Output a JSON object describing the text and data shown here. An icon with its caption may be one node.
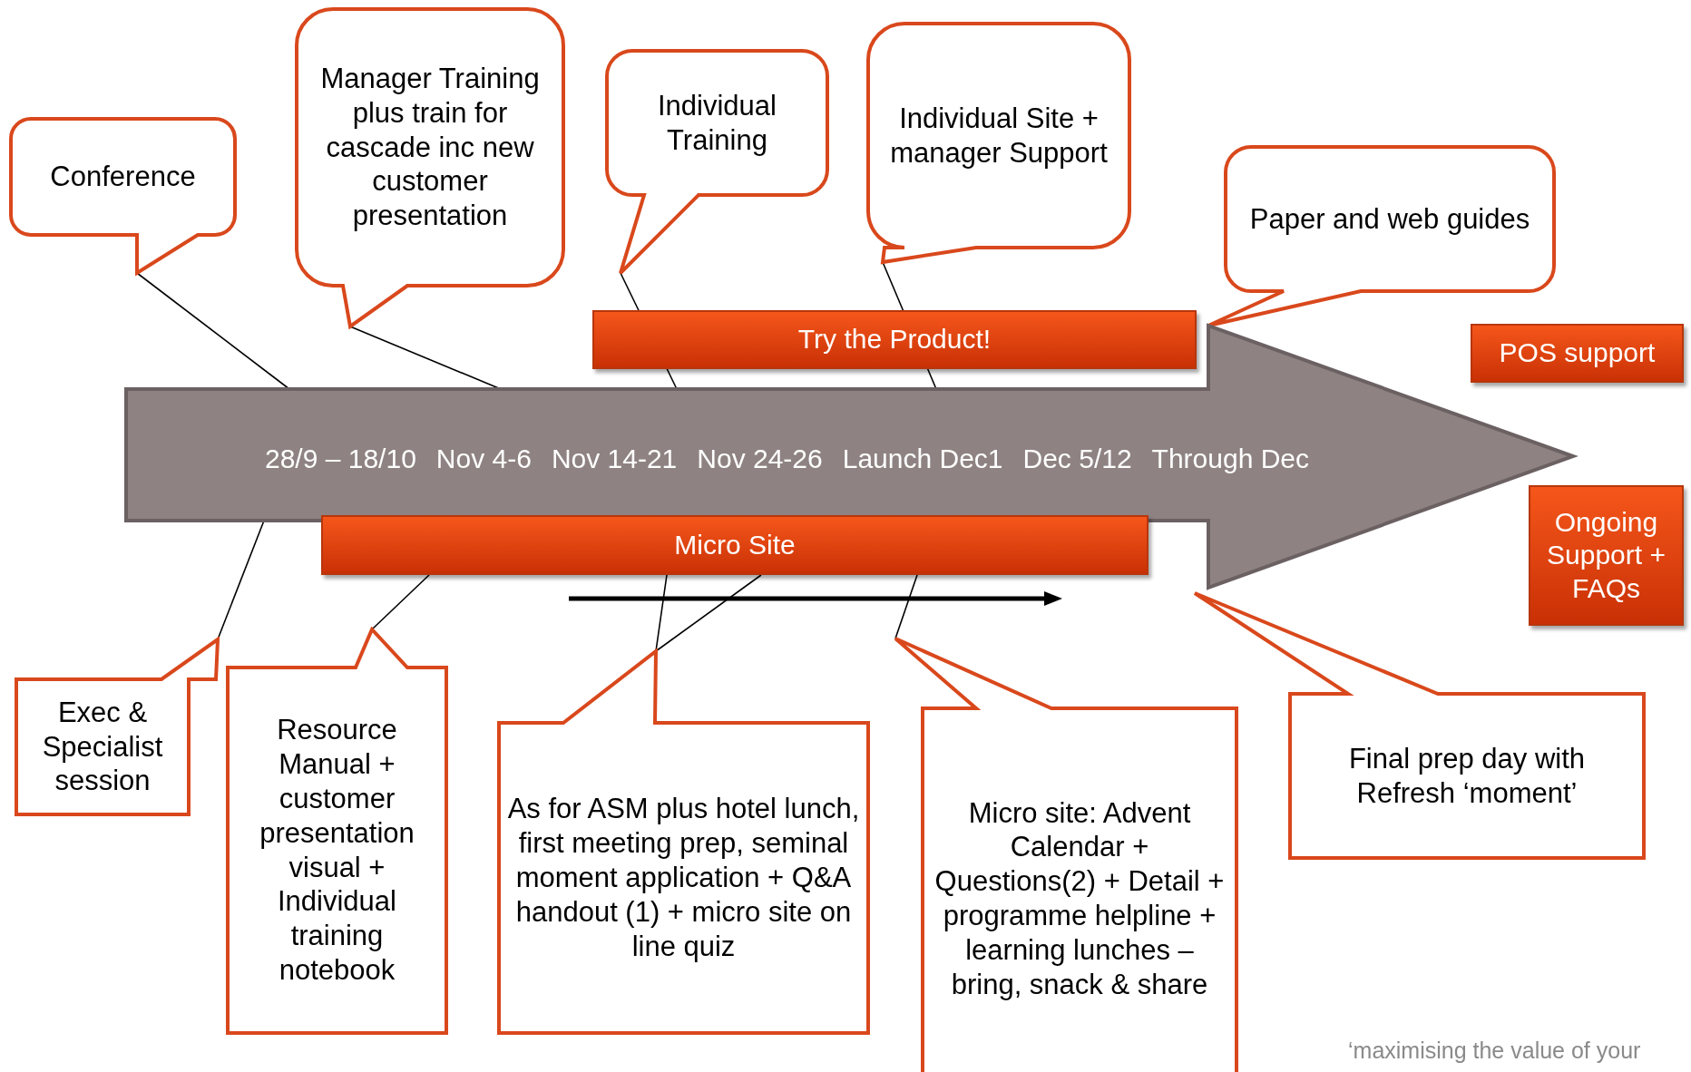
{
  "diagram": {
    "nodes": [
      {
        "text": [
          "Conference"
        ]
      },
      {
        "text": [
          "Manager Training plus train for cascade inc new  customer presentation"
        ]
      },
      {
        "text": [
          "Individual Training"
        ]
      },
      {
        "text": [
          "Individual Site + manager Support"
        ]
      },
      {
        "text": [
          "Paper and web guides"
        ]
      },
      {
        "text": [
          "Try the Product!"
        ]
      },
      {
        "text": [
          "POS support"
        ]
      },
      {
        "text": [
          "28/9 – 18/10",
          "Nov 4-6",
          "Nov 14-21",
          "Nov 24-26",
          "Launch Dec1",
          "Dec 5/12",
          "Through Dec"
        ]
      },
      {
        "text": [
          "Ongoing Support + FAQs"
        ]
      },
      {
        "text": [
          "Micro Site"
        ]
      },
      {
        "text": [
          "Exec & Specialist session"
        ]
      },
      {
        "text": [
          "Resource Manual + customer presentation visual + Individual training notebook"
        ]
      },
      {
        "text": [
          "As for ASM plus hotel lunch, first meeting prep, seminal moment application + Q&A handout (1) + micro site on line quiz"
        ]
      },
      {
        "text": [
          "Micro site: Advent Calendar + Questions(2) + Detail + programme helpline + learning lunches – bring, snack & share"
        ]
      },
      {
        "text": [
          "Final prep day with Refresh ‘moment’"
        ]
      }
    ],
    "edges": [
      {
        "from": 0,
        "to": 7,
        "arrow": "none"
      },
      {
        "from": 1,
        "to": 7,
        "arrow": "none"
      },
      {
        "from": 2,
        "to": 7,
        "arrow": "none"
      },
      {
        "from": 3,
        "to": 7,
        "arrow": "none"
      },
      {
        "from": 10,
        "to": 7,
        "arrow": "none"
      },
      {
        "from": 11,
        "to": 9,
        "arrow": "none"
      },
      {
        "from": 12,
        "to": 9,
        "arrow": "none"
      },
      {
        "from": 12,
        "to": 9,
        "arrow": "none"
      },
      {
        "from": 13,
        "to": 9,
        "arrow": "none"
      }
    ],
    "labels": [
      "‘maximising the value of your"
    ]
  }
}
